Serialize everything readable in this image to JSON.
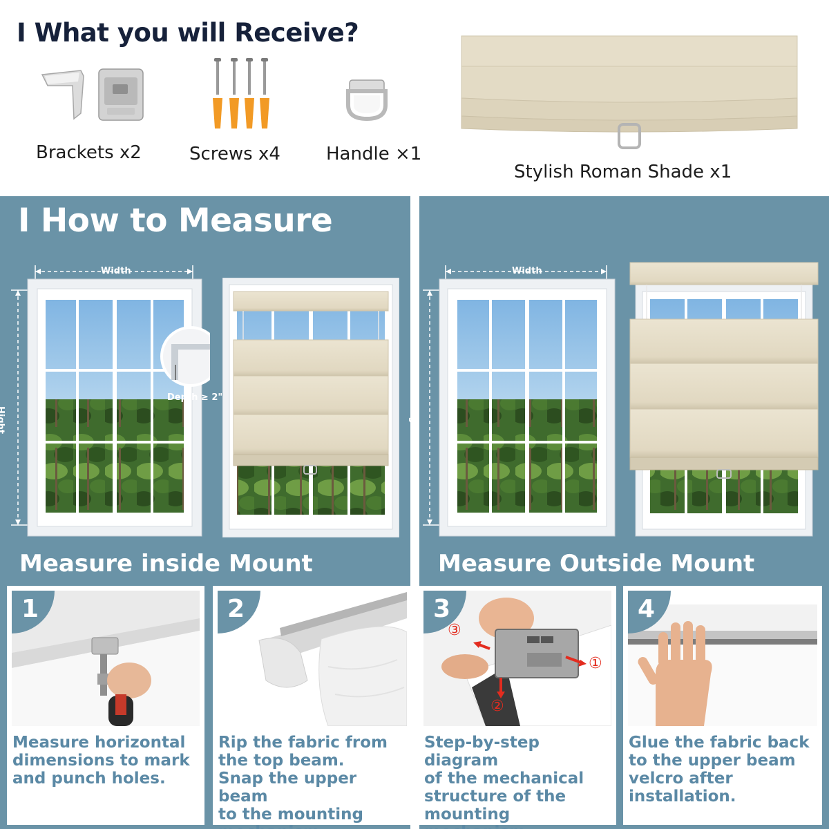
{
  "receive": {
    "title": "I  What you will Receive?",
    "items": [
      {
        "label": "Brackets x2",
        "icon": "bracket-icon"
      },
      {
        "label": "Screws x4",
        "icon": "screw-icon"
      },
      {
        "label": "Handle ×1",
        "icon": "handle-icon"
      },
      {
        "label": "Stylish Roman Shade x1",
        "icon": "roman-shade-icon"
      }
    ]
  },
  "measure": {
    "title": "I How to Measure",
    "inside": {
      "title": "Measure inside Mount",
      "width_label": "Width",
      "height_label": "Hight",
      "depth_label": "Depth ≥ 2\""
    },
    "outside": {
      "title": "Measure Outside Mount",
      "width_label": "Width",
      "height_label": "Hight"
    }
  },
  "steps": [
    {
      "number": "1",
      "text": "Measure horizontal\ndimensions to mark\nand punch holes."
    },
    {
      "number": "2",
      "text": "Rip the fabric from\nthe top beam.\nSnap the upper beam\nto the mounting\nmechanism."
    },
    {
      "number": "3",
      "text": "Step-by-step diagram\nof the mechanical\nstructure of the\nmounting mechanism.",
      "markers": [
        "③",
        "①",
        "②"
      ]
    },
    {
      "number": "4",
      "text": "Glue the fabric back\nto the upper beam\nvelcro after\ninstallation."
    }
  ],
  "colors": {
    "panel": "#6a93a7",
    "title_dark": "#16213a",
    "step_text": "#5b89a5",
    "shade_fabric": "#e6dec9",
    "marker_red": "#e32c1f"
  }
}
